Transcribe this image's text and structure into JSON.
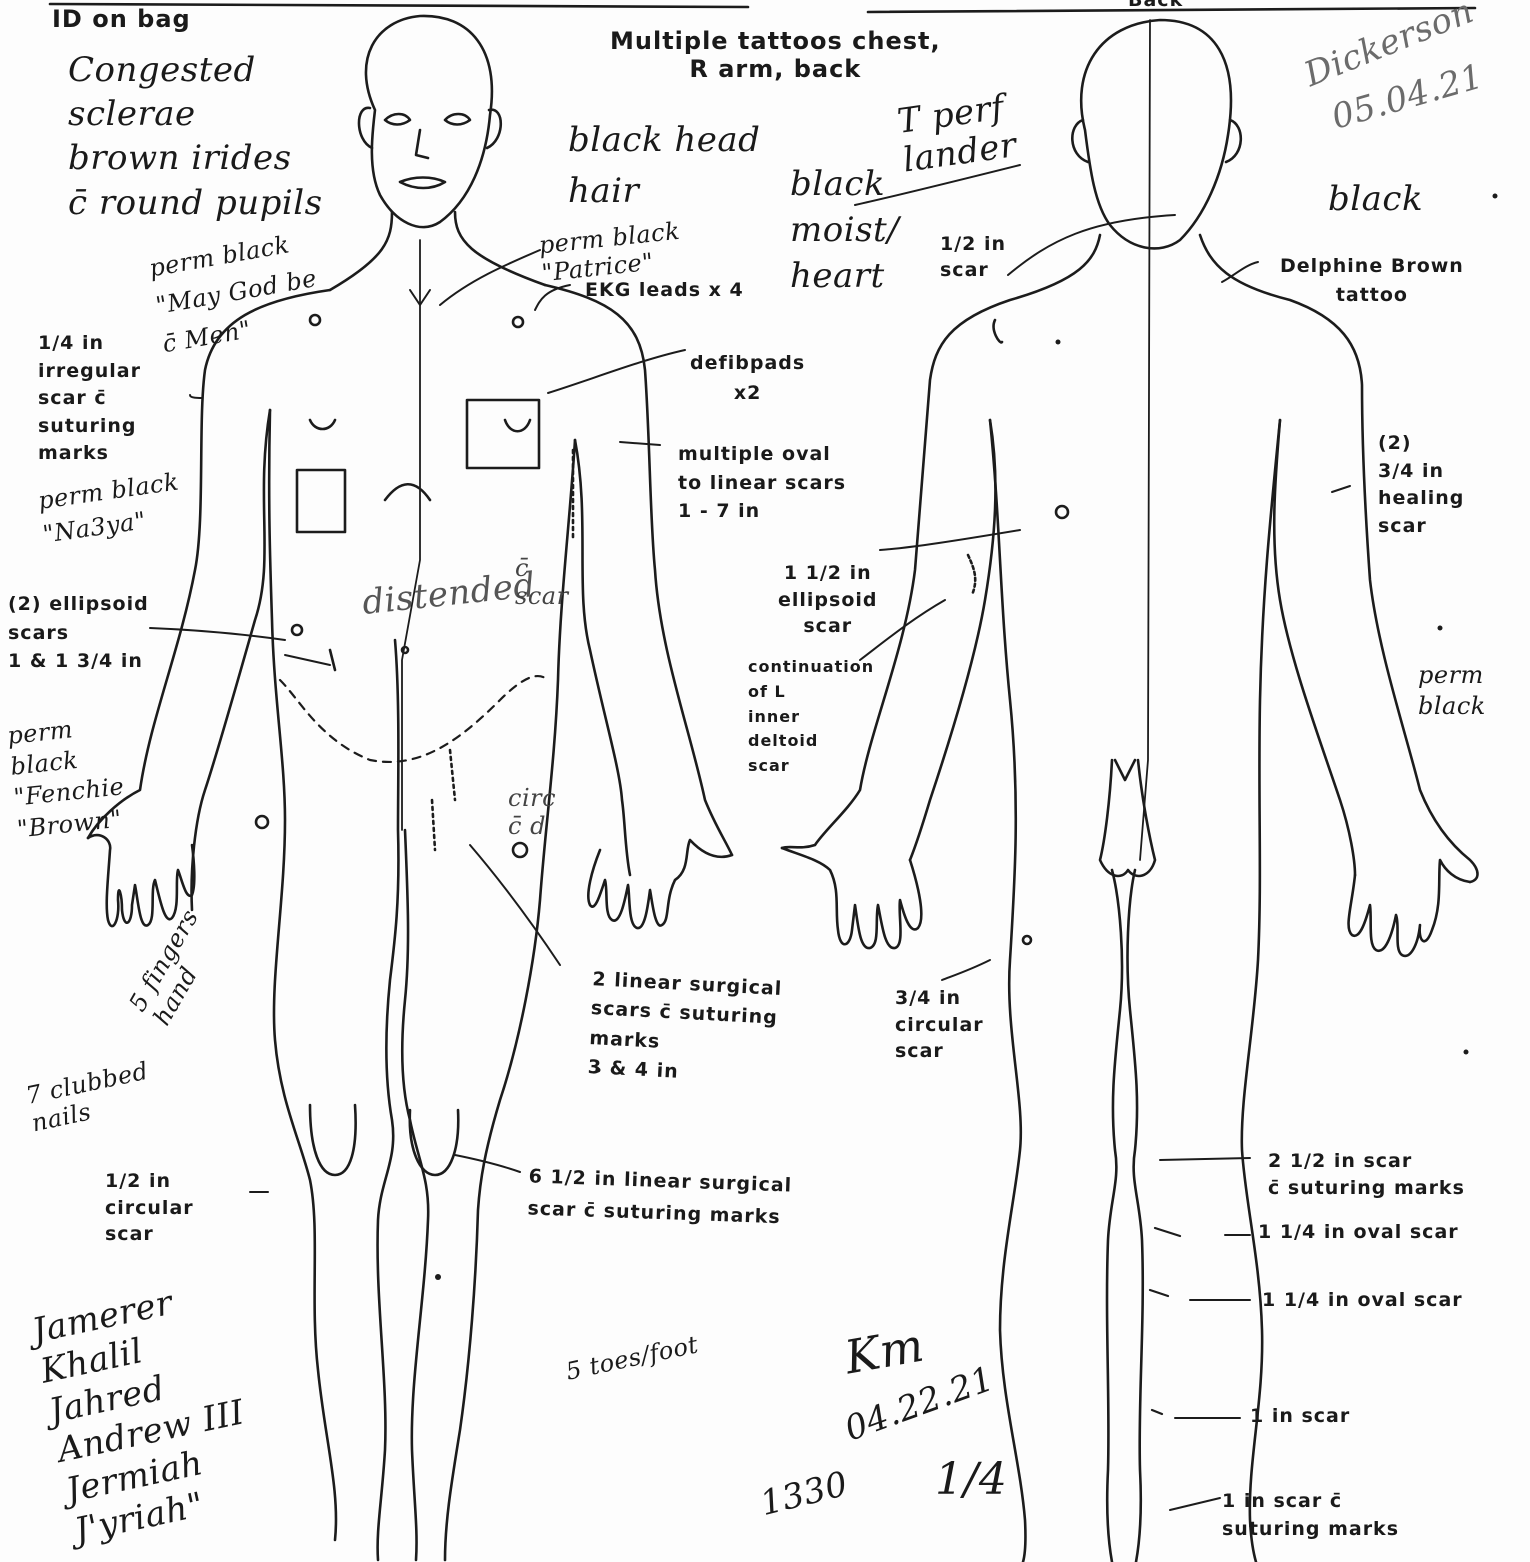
{
  "document": {
    "header_left": "ID on bag",
    "header_right": "Back",
    "signature_topright": {
      "name": "Dickerson",
      "date": "05.04.21"
    },
    "annotations": {
      "n1": "Multiple tattoos chest,\nR arm, back",
      "n2": "Congested\nsclerae\nbrown irides\nc̄ round pupils",
      "n3": "black head\nhair",
      "n4": "black\nmoist/\nheart",
      "n5": "T perf\nlander",
      "n6": "perm black\n\"May God be\nc̄ Men\"",
      "n7": "perm black\n\"Patrice\"",
      "n8": "EKG leads x 4",
      "n9": "1/4 in\nirregular\nscar c̄\nsuturing\nmarks",
      "n10": "defibpads\nx2",
      "n11": "multiple oval\nto linear scars\n1 - 7 in",
      "n12": "perm black\n\"Na3ya\"",
      "n13": "(2) ellipsoid\nscars\n1 & 1 3/4 in",
      "n14": "distended",
      "n15": "c̄\nscar",
      "n16": "perm\nblack\n\"Fenchie\n\"Brown\"",
      "n17": "circ\nc̄ d",
      "n18": "5 fingers\nhand",
      "n19": "2 linear surgical\nscars c̄ suturing\nmarks\n3 & 4 in",
      "n20": "7 clubbed\nnails",
      "n21": "1/2 in\ncircular\nscar",
      "n22": "6 1/2 in linear surgical\nscar c̄ suturing marks",
      "n23": "Jamerer\nKhalil\nJahred\nAndrew III\nJermiah\nJ'yriah\"",
      "n24": "5 toes/foot",
      "n25": "1330",
      "n26": "1/4",
      "n27": "1/2 in\nscar",
      "n28": "black",
      "n29": "Delphine Brown\ntattoo",
      "n30": "(2)\n3/4 in\nhealing\nscar",
      "n31": "1 1/2 in\nellipsoid\nscar",
      "n32": "continuation\nof L\ninner\ndeltoid\nscar",
      "n33": "perm\nblack",
      "n34": "3/4 in\ncircular\nscar",
      "n35": "2 1/2 in scar\nc̄ suturing marks",
      "n36": "1 1/4 in oval scar",
      "n37": "1 1/4 in oval scar",
      "n38": "1 in scar",
      "n39": "1 in scar c̄\nsuturing marks"
    },
    "initials": {
      "text": "Km",
      "date": "04.22.21"
    }
  }
}
